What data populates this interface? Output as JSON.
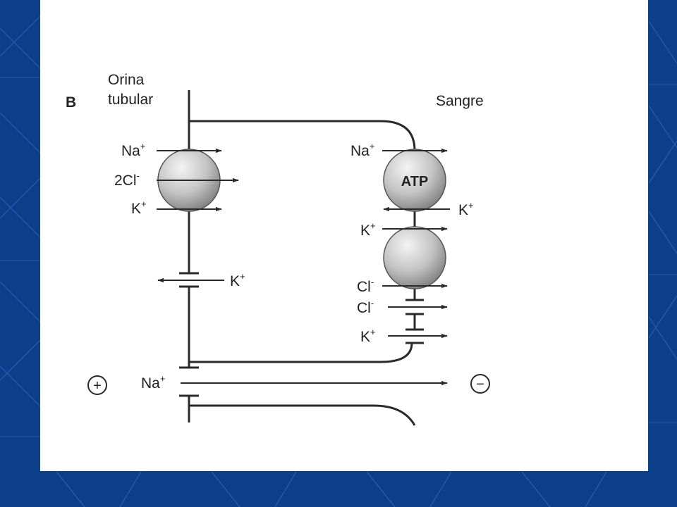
{
  "panel_label": "B",
  "lumen_label_line1": "Orina",
  "lumen_label_line2": "tubular",
  "blood_label": "Sangre",
  "apical": {
    "na_ion": "Na",
    "na_charge": "+",
    "cl_ion": "2Cl",
    "cl_charge": "-",
    "k_ion": "K",
    "k_charge": "+",
    "k_channel_ion": "K",
    "k_channel_charge": "+"
  },
  "basolateral": {
    "pump_label": "ATP",
    "na_ion": "Na",
    "na_charge": "+",
    "k_pump_ion": "K",
    "k_pump_charge": "+",
    "k_cotrans_ion": "K",
    "k_cotrans_charge": "+",
    "cl_cotrans_ion": "Cl",
    "cl_cotrans_charge": "-",
    "cl_channel_ion": "Cl",
    "cl_channel_charge": "-",
    "k_channel_ion": "K",
    "k_channel_charge": "+"
  },
  "paracellular": {
    "na_ion": "Na",
    "na_charge": "+",
    "plus_symbol": "+",
    "minus_symbol": "−"
  },
  "colors": {
    "slide_background": "#0b3f8a",
    "panel": "#ffffff",
    "transporter_light": "#f2f2f2",
    "transporter_dark": "#8e8e8e"
  }
}
